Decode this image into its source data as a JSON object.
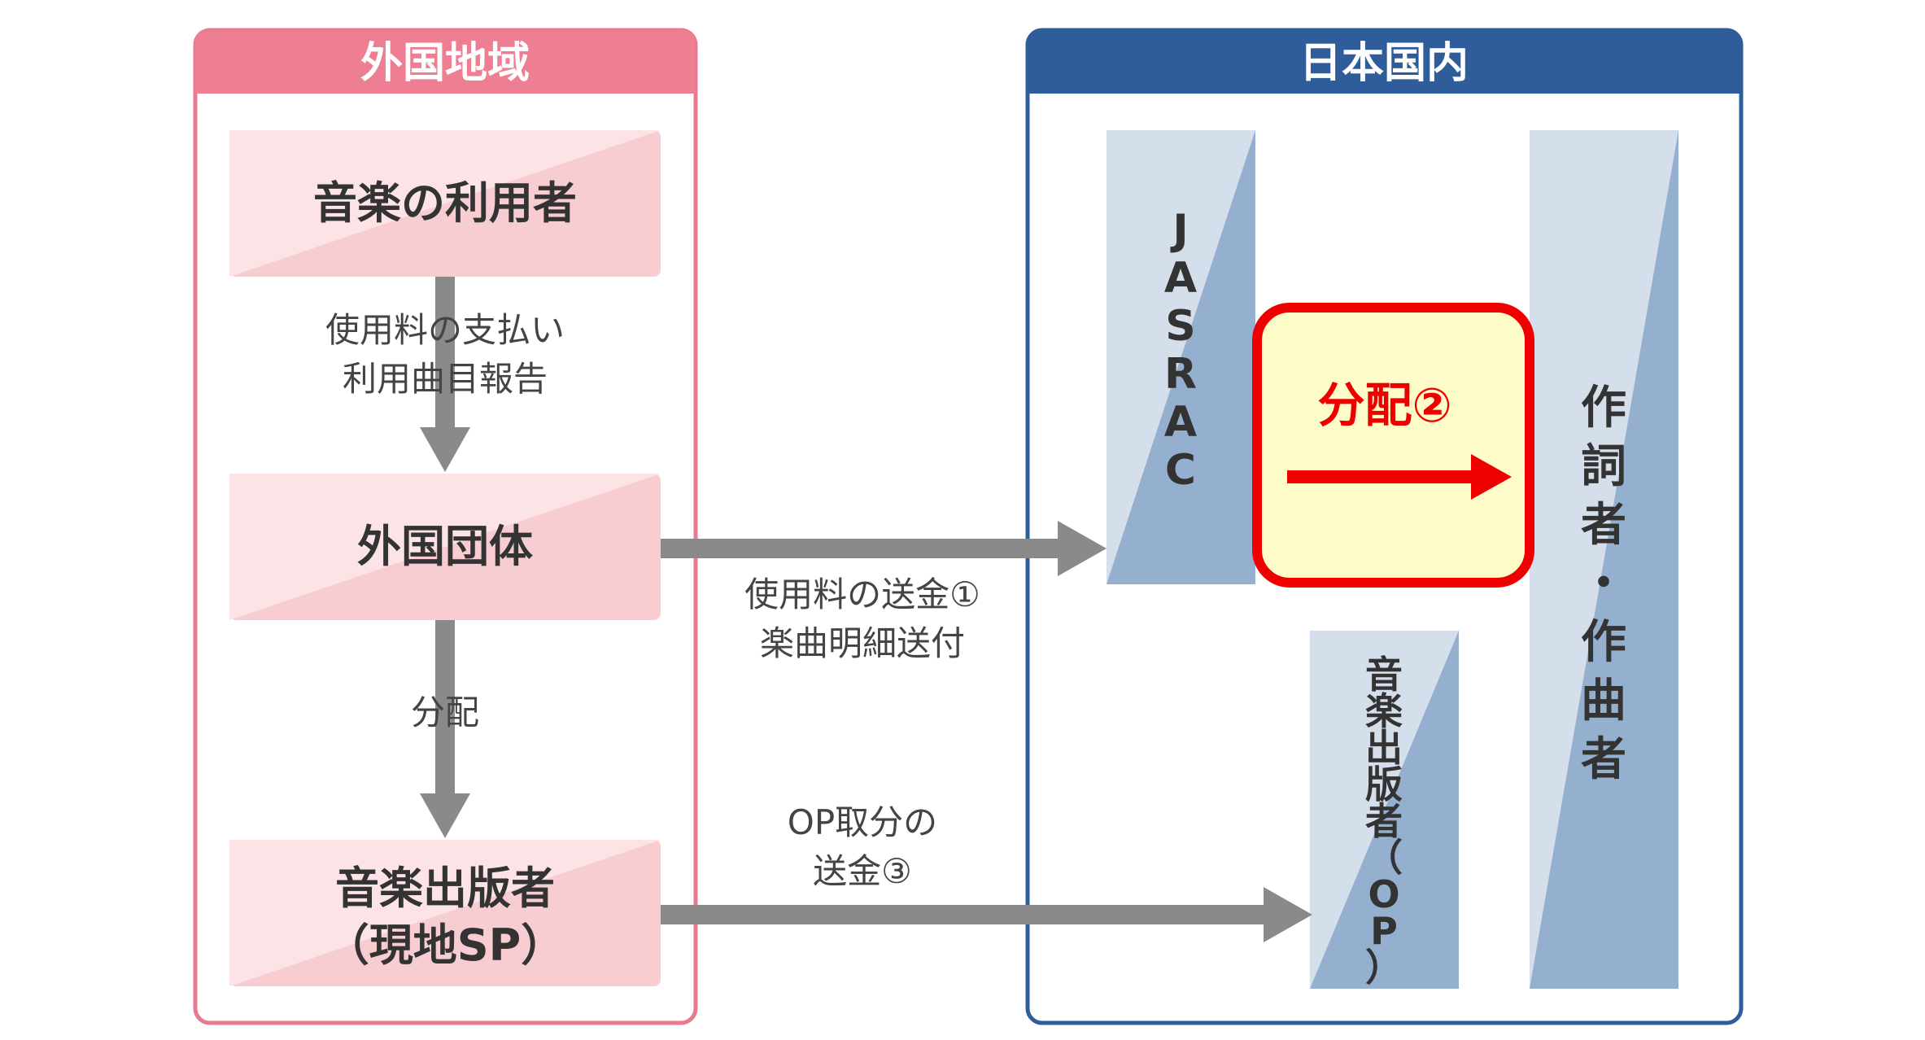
{
  "foreign": {
    "title": "外国地域",
    "user": "音楽の利用者",
    "label1_line1": "使用料の支払い",
    "label1_line2": "利用曲目報告",
    "society": "外国団体",
    "distribution": "分配",
    "publisher_line1": "音楽出版者",
    "publisher_line2": "（現地SP）"
  },
  "domestic": {
    "title": "日本国内",
    "jasrac": [
      "J",
      "A",
      "S",
      "R",
      "A",
      "C"
    ],
    "distribution2": "分配②",
    "composer": [
      "作",
      "詞",
      "者",
      "・",
      "作",
      "曲",
      "者"
    ],
    "publisher_op": [
      "音",
      "楽",
      "出",
      "版",
      "者",
      "（",
      "O",
      "P",
      "）"
    ]
  },
  "flows": {
    "remit_line1": "使用料の送金①",
    "remit_line2": "楽曲明細送付",
    "op_line1": "OP取分の",
    "op_line2": "送金③"
  },
  "colors": {
    "pink_border": "#e8798e",
    "pink_header": "#ee7f93",
    "pink_box": "#f8cdd2",
    "pink_box_light": "#fbe3e6",
    "blue_border": "#2f5d9a",
    "blue_header": "#2f5d9a",
    "blue_bar_light": "#d5dfec",
    "blue_bar_dark": "#95afcf",
    "arrow_gray": "#8a8a8a",
    "highlight_red": "#ee0000",
    "highlight_fill": "#fefcc9"
  }
}
